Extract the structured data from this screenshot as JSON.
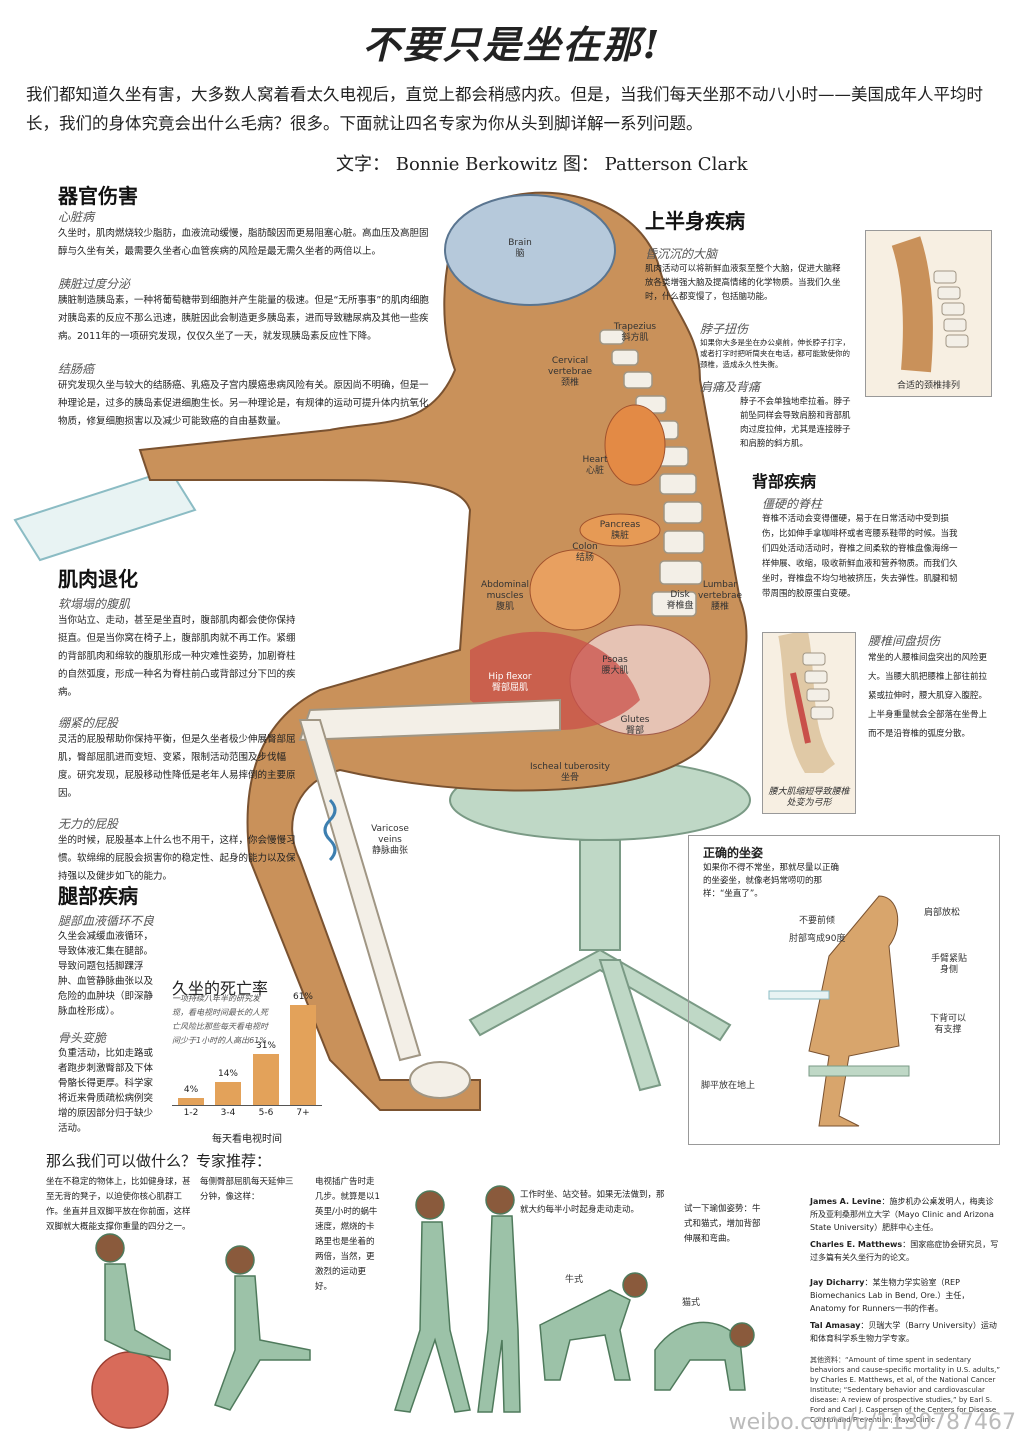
{
  "title": "不要只是坐在那!",
  "intro": "我们都知道久坐有害，大多数人窝着看太久电视后，直觉上都会稍感内疚。但是，当我们每天坐那不动八小时——美国成年人平均时长，我们的身体究竟会出什么毛病？很多。下面就让四名专家为你从头到脚详解一系列问题。",
  "credit": "文字：  Bonnie Berkowitz  图：  Patterson Clark",
  "organs": {
    "heading": "器官伤害",
    "items": [
      {
        "title": "心脏病",
        "text": "久坐时，肌肉燃烧较少脂肪，血液流动缓慢，脂肪酸因而更易阻塞心脏。高血压及高胆固醇与久坐有关，最需要久坐者心血管疾病的风险是最无需久坐者的两倍以上。"
      },
      {
        "title": "胰脏过度分泌",
        "text": "胰脏制造胰岛素，一种将葡萄糖带到细胞并产生能量的极速。但是“无所事事”的肌肉细胞对胰岛素的反应不那么迅速，胰脏因此会制造更多胰岛素，进而导致糖尿病及其他一些疾病。2011年的一项研究发现，仅仅久坐了一天，就发现胰岛素反应性下降。"
      },
      {
        "title": "结肠癌",
        "text": "研究发现久坐与较大的结肠癌、乳癌及子宫内膜癌患病风险有关。原因尚不明确，但是一种理论是，过多的胰岛素促进细胞生长。另一种理论是，有规律的运动可提升体内抗氧化物质，修复细胞损害以及减少可能致癌的自由基数量。"
      }
    ]
  },
  "muscles": {
    "heading": "肌肉退化",
    "items": [
      {
        "title": "软塌塌的腹肌",
        "text": "当你站立、走动，甚至是坐直时，腹部肌肉都会使你保持挺直。但是当你窝在椅子上，腹部肌肉就不再工作。紧绷的背部肌肉和绵软的腹肌形成一种灾难性姿势，加剧脊柱的自然弧度，形成一种名为脊柱前凸或背部过分下凹的疾病。"
      },
      {
        "title": "绷紧的屁股",
        "text": "灵活的屁股帮助你保持平衡，但是久坐者极少伸展臀部屈肌，臀部屈肌进而变短、变紧，限制活动范围及步伐幅度。研究发现，屁股移动性降低是老年人易摔倒的主要原因。"
      },
      {
        "title": "无力的屁股",
        "text": "坐的时候，屁股基本上什么也不用干，这样，你会慢慢习惯。软绵绵的屁股会损害你的稳定性、起身的能力以及保持强以及健步如飞的能力。"
      }
    ]
  },
  "legs": {
    "heading": "腿部疾病",
    "items": [
      {
        "title": "腿部血液循环不良",
        "text": "久坐会减缓血液循环，导致体液汇集在腿部。导致问题包括脚踝浮肿、血管静脉曲张以及危险的血肿块（即深静脉血栓形成）。"
      },
      {
        "title": "骨头变脆",
        "text": "负重活动，比如走路或者跑步刺激臀部及下体骨骼长得更厚。科学家将近来骨质疏松病例突增的原因部分归于缺少活动。"
      }
    ]
  },
  "upper": {
    "heading": "上半身疾病",
    "items": [
      {
        "title": "昏沉沉的大脑",
        "text": "肌肉活动可以将新鲜血液泵至整个大脑，促进大脑释放各类增强大脑及提高情绪的化学物质。当我们久坐时，什么都变慢了，包括脑功能。"
      },
      {
        "title": "脖子扭伤",
        "text": "如果你大多是坐在办公桌前，伸长脖子打字，或者打字时把听筒夹在电话，都可能致使你的颈椎，造成永久性失衡。"
      },
      {
        "title": "肩痛及背痛",
        "text": "脖子不会单独地牵拉着。脖子前坠同样会导致肩膀和背部肌肉过度拉伸，尤其是连接脖子和肩膀的斜方肌。"
      }
    ],
    "neck_caption": "合适的颈椎排列"
  },
  "back": {
    "heading": "背部疾病",
    "items": [
      {
        "title": "僵硬的脊柱",
        "text": "脊椎不活动会变得僵硬，易于在日常活动中受到损伤，比如伸手拿咖啡杯或者弯腰系鞋带的时候。当我们四处活动活动时，脊椎之间柔软的脊椎盘像海绵一样伸展、收缩，吸收新鲜血液和营养物质。而我们久坐时，脊椎盘不均匀地被挤压，失去弹性。肌腱和韧带周围的胶原蛋白变硬。"
      },
      {
        "title": "腰椎间盘损伤",
        "text": "常坐的人腰椎间盘突出的风险更大。当腰大肌把腰椎上部往前拉紧或拉伸时，腰大肌穿入腹腔。上半身重量就会全部落在坐骨上而不是沿脊椎的弧度分散。"
      }
    ],
    "disc_caption": "腰大肌缩短导致腰椎处变为弓形"
  },
  "anatomy": {
    "brain": "Brain\n脑",
    "trapezius": "Trapezius\n斜方肌",
    "cervical": "Cervical\nvertebrae\n颈椎",
    "heart": "Heart\n心脏",
    "pancreas": "Pancreas\n胰脏",
    "colon": "Colon\n结肠",
    "abdominal": "Abdominal\nmuscles\n腹肌",
    "disk": "Disk\n脊椎盘",
    "lumbar": "Lumbar\nvertebrae\n腰椎",
    "psoas": "Psoas\n腰大肌",
    "hipflexor": "Hip flexor\n臀部屈肌",
    "glutes": "Glutes\n臀部",
    "ischeal": "Ischeal tuberosity\n坐骨",
    "varicose": "Varicose\nveins\n静脉曲张"
  },
  "posture": {
    "heading": "正确的坐姿",
    "text": "如果你不得不常坐，那就尽量以正确的坐姿坐，就像老妈常唠叨的那样：“坐直了”。",
    "labels": [
      "不要前倾",
      "肩部放松",
      "肘部弯成90度",
      "手臂紧贴身侧",
      "下背可以有支撑",
      "脚平放在地上"
    ]
  },
  "chart_title": "久坐的死亡率",
  "chart_note": "一项持续八年半的研究发现，看电视时间最长的人死亡风险比那些每天看电视时间少于1小时的人高出61%",
  "chart_xlabel": "每天看电视时间",
  "chart_data": {
    "type": "bar",
    "title": "久坐的死亡率",
    "categories": [
      "1-2",
      "3-4",
      "5-6",
      "7+"
    ],
    "values": [
      4,
      14,
      31,
      61
    ],
    "value_labels": [
      "4%",
      "14%",
      "31%",
      "61%"
    ],
    "xlabel": "每天看电视时间",
    "ylabel": "",
    "ylim": [
      0,
      61
    ],
    "color": "#e3a25a"
  },
  "recommend": {
    "heading": "那么我们可以做什么？专家推荐：",
    "tips": [
      "坐在不稳定的物体上，比如健身球，甚至无背的凳子，以迫使你核心肌群工作。坐直并且双脚平放在你前面，这样双脚就大概能支撑你重量的四分之一。",
      "每侧臀部屈肌每天延伸三分钟，像这样：",
      "电视插广告时走几步。就算是以1英里/小时的蜗牛速度，燃烧的卡路里也是坐着的两倍，当然，更激烈的运动更好。",
      "工作时坐、站交替。如果无法做到，那就大约每半小时起身走动走动。",
      "试一下瑜伽姿势：牛式和猫式，增加背部伸展和弯曲。"
    ],
    "cow": "牛式",
    "cat": "猫式"
  },
  "experts": [
    {
      "name": "James A. Levine",
      "desc": "：施步机办公桌发明人，梅奥诊所及亚利桑那州立大学（Mayo Clinic and Arizona State University）肥胖中心主任。"
    },
    {
      "name": "Charles E. Matthews",
      "desc": "：国家癌症协会研究员，写过多篇有关久坐行为的论文。"
    },
    {
      "name": "Jay Dicharry",
      "desc": "：某生物力学实验室（REP Biomechanics Lab in Bend, Ore.）主任，Anatomy for Runners一书的作者。"
    },
    {
      "name": "Tal Amasay",
      "desc": "：贝瑞大学（Barry University）运动和体育科学系生物力学专家。"
    }
  ],
  "sources": "其他资料：“Amount of time spent in sedentary behaviors and cause-specific mortality in U.S. adults,” by Charles E. Matthews, et al, of the National Cancer Institute; “Sedentary behavior and cardiovascular disease: A review of prospective studies,” by Earl S. Ford and Carl J. Caspersen of the Centers for Disease Control and Prevention; Mayo Clinic",
  "watermark": "weibo.com/u/1130787467"
}
